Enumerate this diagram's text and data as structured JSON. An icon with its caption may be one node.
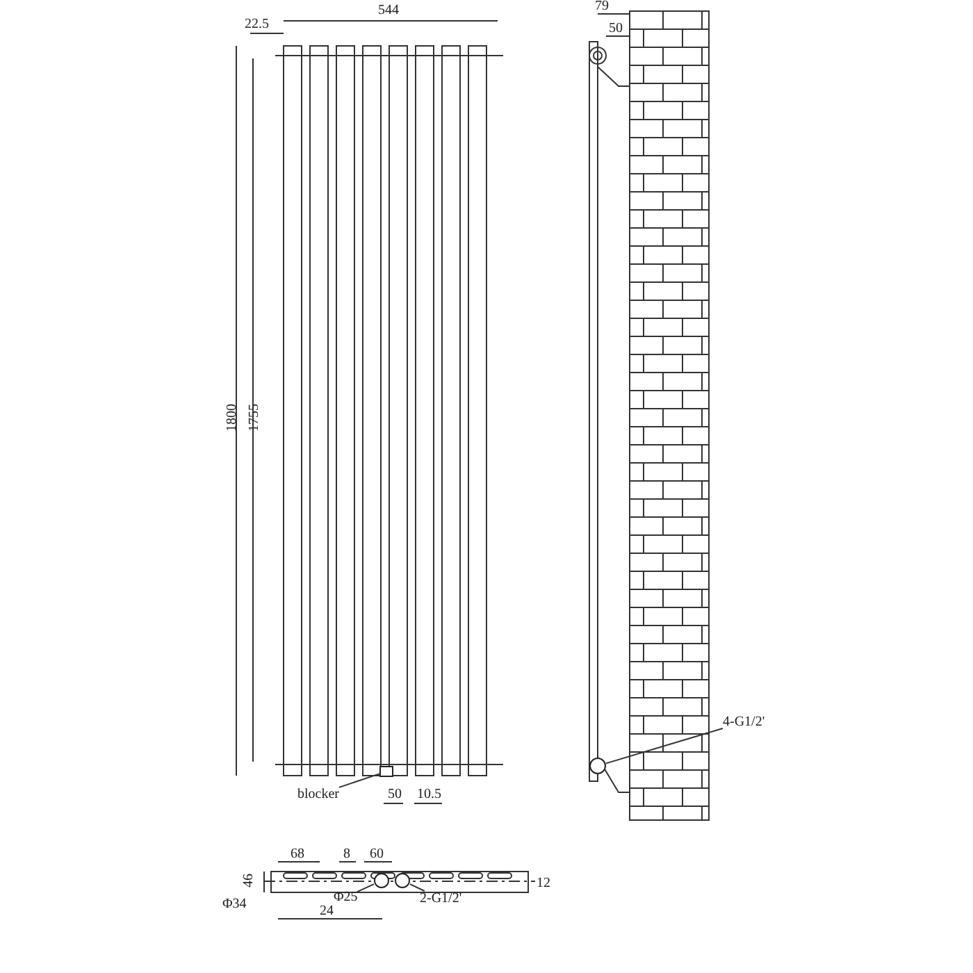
{
  "diagram": {
    "nodes": [
      {
        "text": [
          "blocker"
        ]
      },
      {
        "text": [],
        "shape": "box"
      },
      {
        "text": [
          "4-G1/2'"
        ]
      },
      {
        "text": [],
        "shape": "circle"
      },
      {
        "text": [
          "Φ25"
        ]
      },
      {
        "text": [],
        "shape": "circle"
      },
      {
        "text": [
          "2-G1/2'"
        ]
      },
      {
        "text": [],
        "shape": "circle"
      }
    ],
    "edges": [
      {
        "from": 0,
        "to": 1,
        "arrow": "none"
      },
      {
        "from": 2,
        "to": 3,
        "arrow": "none"
      },
      {
        "from": 4,
        "to": 5,
        "arrow": "none"
      },
      {
        "from": 6,
        "to": 7,
        "arrow": "none"
      }
    ],
    "labels": [
      "544",
      "22.5",
      "79",
      "50",
      "1800",
      "1755",
      "50",
      "10.5",
      "68",
      "8",
      "60",
      "46",
      "Φ34",
      "24",
      "12"
    ]
  }
}
